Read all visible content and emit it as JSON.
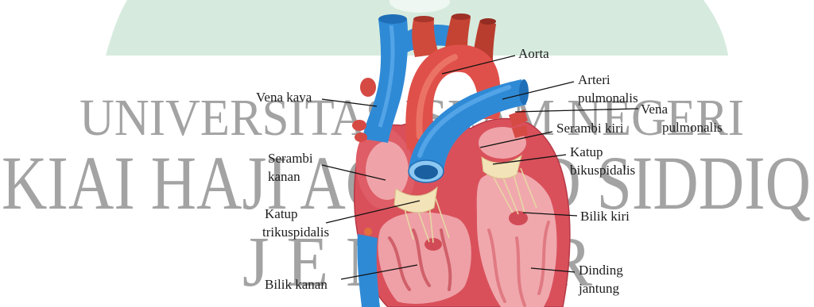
{
  "watermark": {
    "line1": "UNIVERSITAS ISLAM NEGERI",
    "line2": "KIAI HAJI ACHMAD SIDDIQ",
    "line3": "J E M B E R"
  },
  "labels": {
    "aorta": {
      "l1": "Aorta"
    },
    "vena_kava": {
      "l1": "Vena kava"
    },
    "arteri_pulmonalis": {
      "l1": "Arteri",
      "l2": "pulmonalis"
    },
    "vena_pulmonalis": {
      "l1": "Vena",
      "l2": "pulmonalis"
    },
    "serambi_kiri": {
      "l1": "Serambi kiri"
    },
    "katup_bikuspidalis": {
      "l1": "Katup",
      "l2": "bikuspidalis"
    },
    "serambi_kanan": {
      "l1": "Serambi",
      "l2": "kanan"
    },
    "katup_trikuspidalis": {
      "l1": "Katup",
      "l2": "trikuspidalis"
    },
    "bilik_kiri": {
      "l1": "Bilik kiri"
    },
    "bilik_kanan": {
      "l1": "Bilik kanan"
    },
    "dinding_jantung": {
      "l1": "Dinding",
      "l2": "jantung"
    }
  },
  "colors": {
    "banner": "#d6ebde",
    "watermark": "#a3a3a3",
    "vein": "#2f8ad6",
    "artery": "#e0504a",
    "label": "#1c1c1c"
  }
}
